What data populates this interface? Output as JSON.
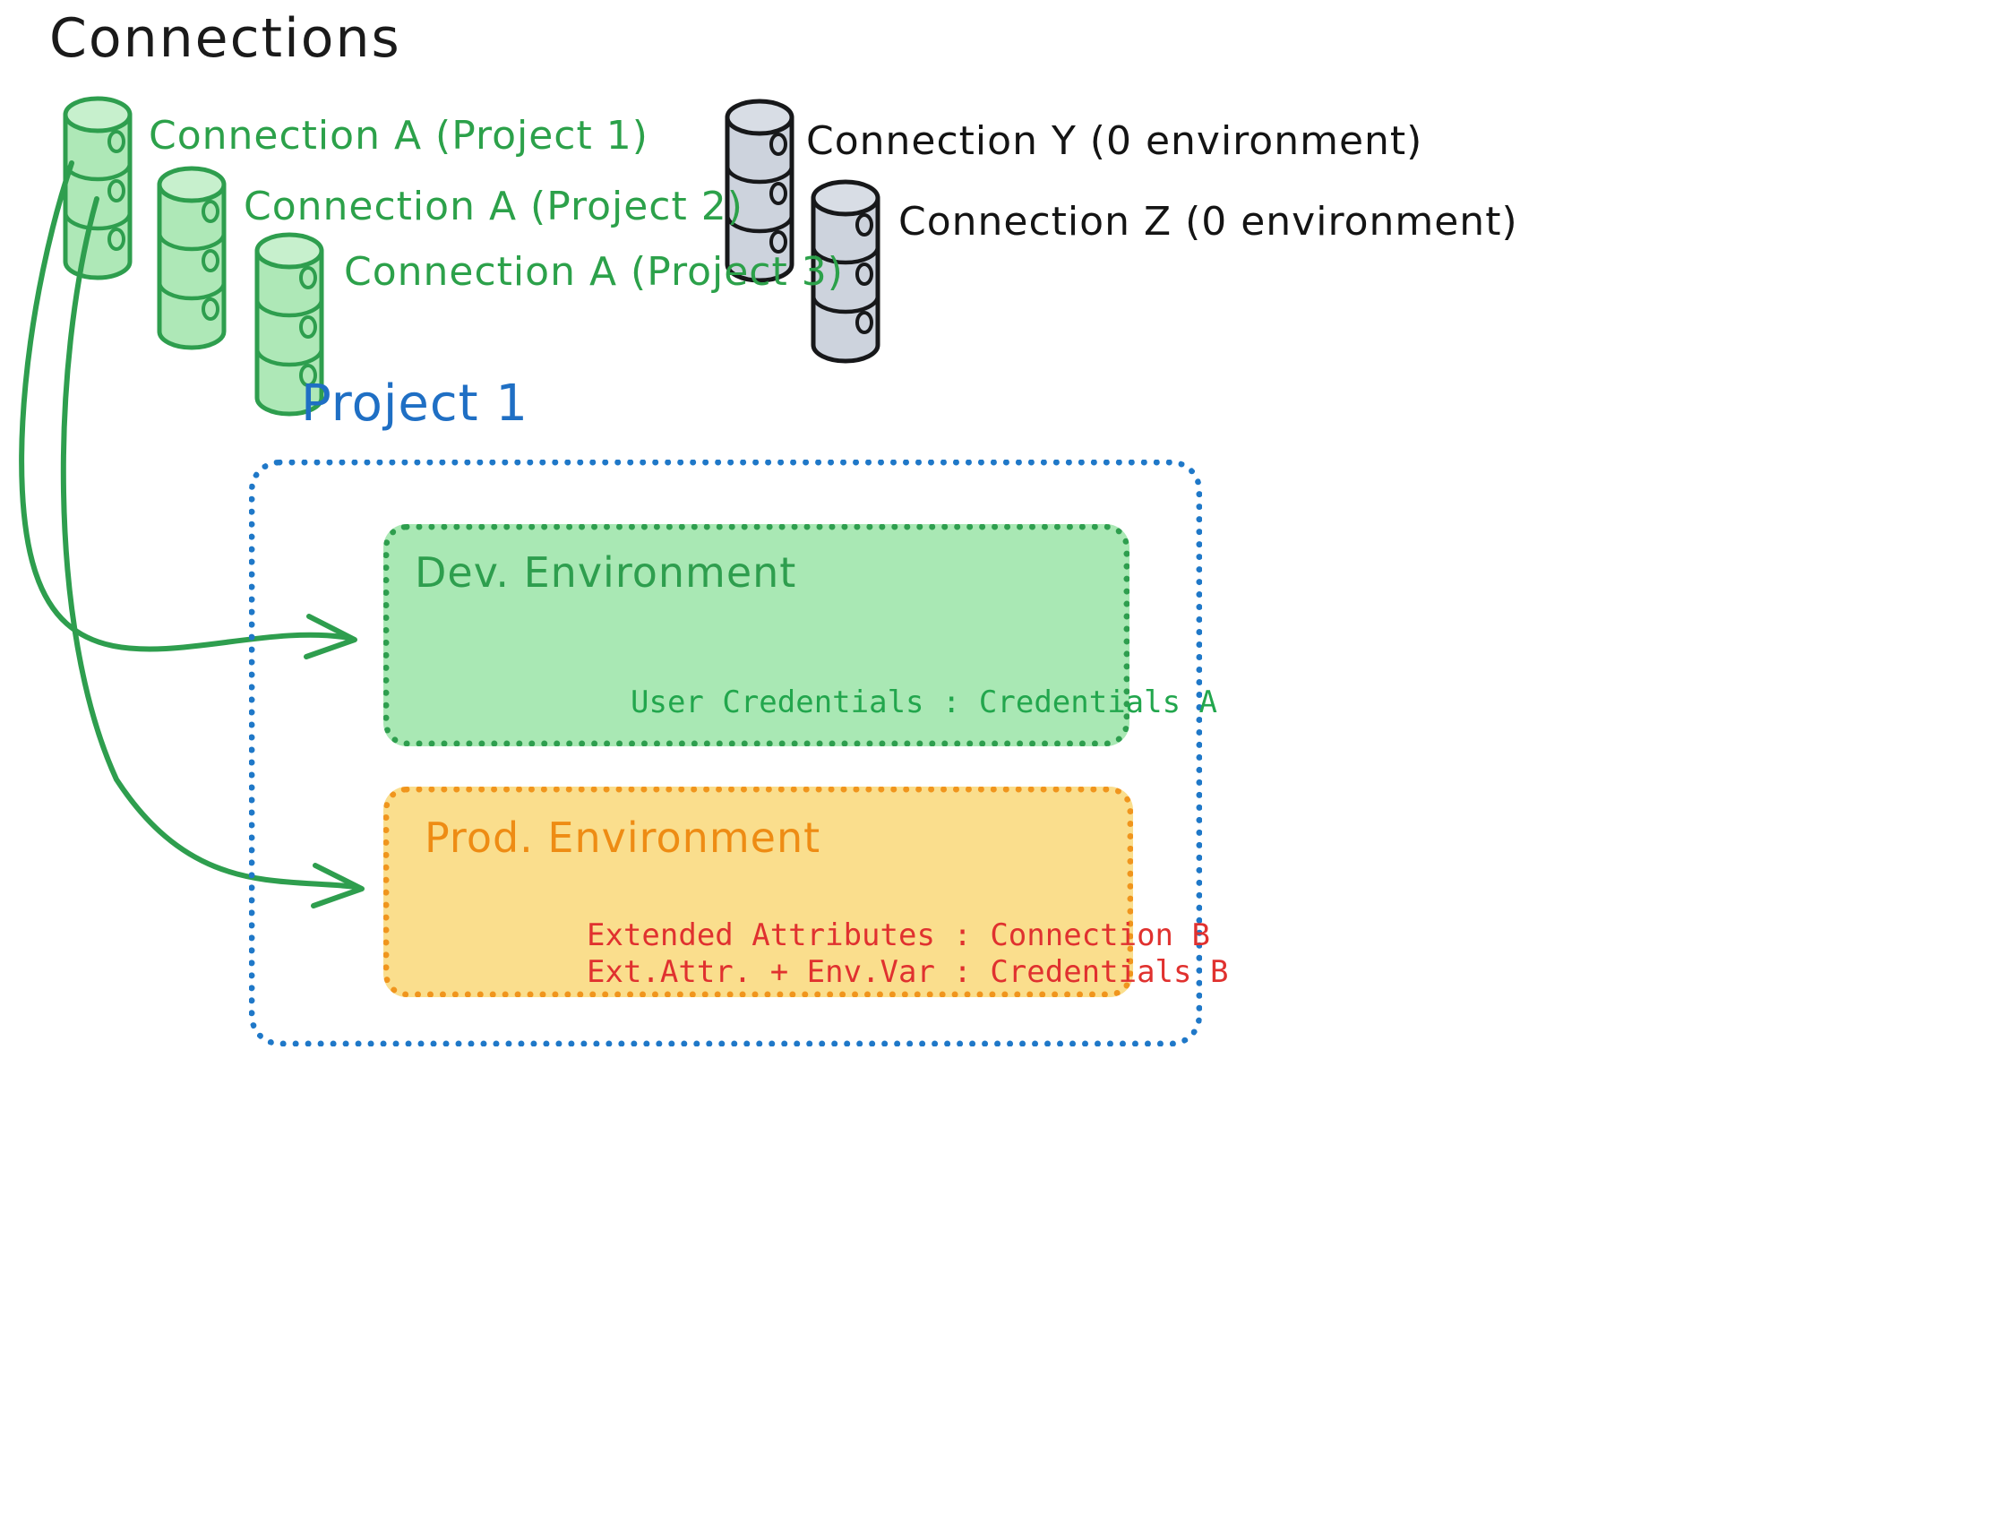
{
  "diagram": {
    "title": "Connections",
    "project_title": "Project 1",
    "connections": [
      {
        "label": "Connection A (Project 1)",
        "color": "#2ca14a",
        "icon": "database-icon",
        "state": "green"
      },
      {
        "label": "Connection A (Project 2)",
        "color": "#2ca14a",
        "icon": "database-icon",
        "state": "green"
      },
      {
        "label": "Connection A (Project 3)",
        "color": "#2ca14a",
        "icon": "database-icon",
        "state": "green"
      },
      {
        "label": "Connection Y (0 environment)",
        "color": "#141414",
        "icon": "database-icon",
        "state": "gray"
      },
      {
        "label": "Connection Z (0 environment)",
        "color": "#141414",
        "icon": "database-icon",
        "state": "gray"
      }
    ],
    "environments": [
      {
        "name": "Dev. Environment",
        "title_color": "#2e9e4e",
        "fill": "#a9e8b4",
        "border": "#2e9e4e",
        "entries": [
          "User Credentials : Credentials A"
        ],
        "entry_color": "#22a64d"
      },
      {
        "name": "Prod. Environment",
        "title_color": "#ee8c14",
        "fill": "#fade8d",
        "border": "#f0951d",
        "entries": [
          "Extended Attributes : Connection B",
          "Ext.Attr. + Env.Var : Credentials B"
        ],
        "entry_color": "#e0312f"
      }
    ],
    "project_border_color": "#1f78c8",
    "arrows": [
      {
        "from": "Connection A (Project 1)",
        "to": "Dev. Environment",
        "color": "#2e9e4e"
      },
      {
        "from": "Connection A (Project 1)",
        "to": "Prod. Environment",
        "color": "#2e9e4e"
      }
    ]
  }
}
